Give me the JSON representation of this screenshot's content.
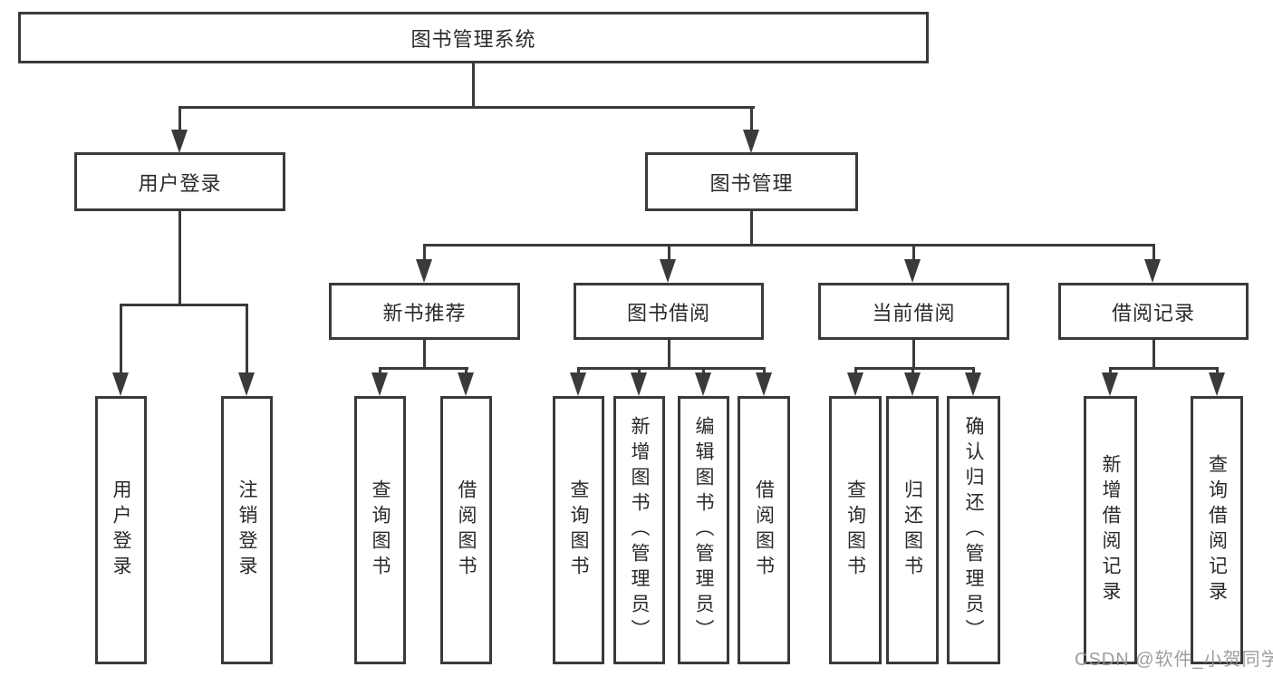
{
  "diagram": {
    "type": "tree",
    "colors": {
      "line": "#3a3a3a",
      "border": "#3a3a3a",
      "text": "#2a2a2a",
      "background": "#ffffff",
      "watermark": "#949494"
    },
    "nodes": {
      "root": "图书管理系统",
      "level2": [
        "用户登录",
        "图书管理"
      ],
      "level3": [
        "新书推荐",
        "图书借阅",
        "当前借阅",
        "借阅记录"
      ],
      "leaves_user_login": [
        "用户登录",
        "注销登录"
      ],
      "leaves_new_book": [
        "查询图书",
        "借阅图书"
      ],
      "leaves_book_borrow": [
        "查询图书",
        "新增图书（管理员）",
        "编辑图书（管理员）",
        "借阅图书"
      ],
      "leaves_current_borrow": [
        "查询图书",
        "归还图书",
        "确认归还（管理员）"
      ],
      "leaves_borrow_records": [
        "新增借阅记录",
        "查询借阅记录"
      ]
    },
    "watermark": "CSDN @软件_小贺同学"
  }
}
